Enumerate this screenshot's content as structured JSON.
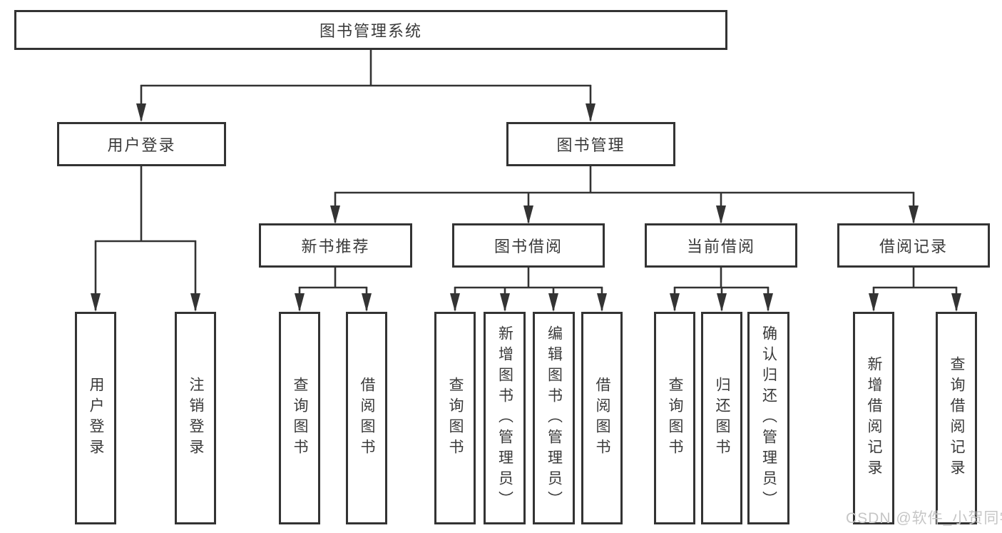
{
  "diagram": {
    "root": "图书管理系统",
    "level2": {
      "user_login": "用户登录",
      "book_management": "图书管理"
    },
    "level3": {
      "new_book_recommendation": "新书推荐",
      "book_borrowing": "图书借阅",
      "current_borrowing": "当前借阅",
      "borrowing_records": "借阅记录"
    },
    "leaves": {
      "user_login": "用户登录",
      "logout": "注销登录",
      "query_books_1": "查询图书",
      "borrow_books_1": "借阅图书",
      "query_books_2": "查询图书",
      "add_books_admin": "新增图书（管理员）",
      "edit_books_admin": "编辑图书（管理员）",
      "borrow_books_2": "借阅图书",
      "query_books_3": "查询图书",
      "return_books": "归还图书",
      "confirm_return_admin": "确认归还（管理员）",
      "add_borrow_record": "新增借阅记录",
      "query_borrow_record": "查询借阅记录"
    }
  },
  "watermark": "CSDN @软件_小贺同学",
  "colors": {
    "line": "#333333",
    "text": "#3a3a3a",
    "watermark": "#c6c6c6",
    "background": "#ffffff"
  }
}
